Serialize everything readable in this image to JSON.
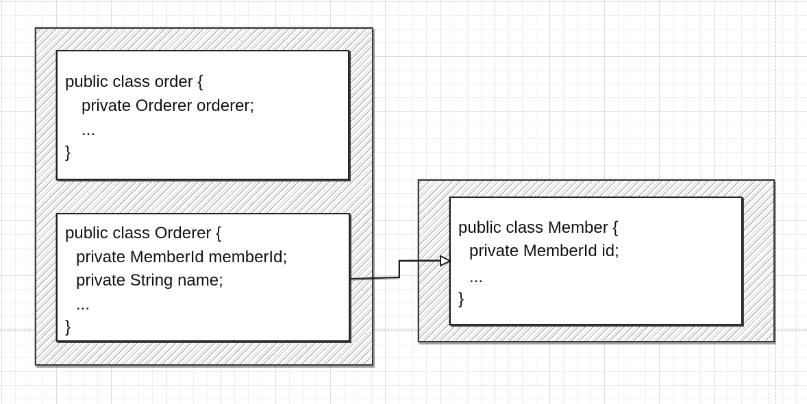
{
  "boxes": {
    "order_class": {
      "lines": [
        "public class order {",
        "private Orderer orderer;",
        "...",
        "}"
      ]
    },
    "orderer_class": {
      "lines": [
        "public class Orderer {",
        "private MemberId memberId;",
        "private String name;",
        "...",
        "}"
      ]
    },
    "member_class": {
      "lines": [
        "public class Member {",
        "private MemberId id;",
        "...",
        "}"
      ]
    }
  },
  "connector": {
    "from": "orderer_class",
    "to": "member_class",
    "arrowhead": "open-triangle"
  },
  "colors": {
    "background": "#ffffff",
    "grid": "#dcdcdc",
    "stroke": "#222222",
    "hatch": "#9b9b9b"
  }
}
